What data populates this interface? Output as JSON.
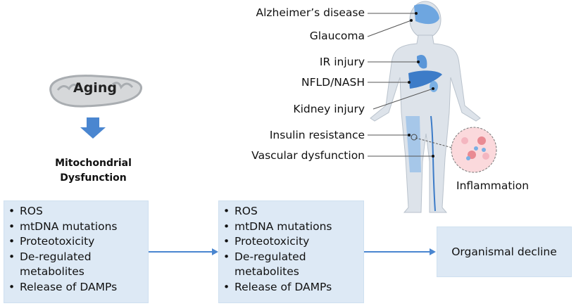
{
  "aging": {
    "label": "Aging"
  },
  "mito_dysfunction": {
    "line1": "Mitochondrial",
    "line2": "Dysfunction"
  },
  "box1": {
    "items": [
      "ROS",
      "mtDNA mutations",
      "Proteotoxicity",
      "De-regulated metabolites",
      "Release of DAMPs"
    ]
  },
  "box2": {
    "items": [
      "ROS",
      "mtDNA mutations",
      "Proteotoxicity",
      "De-regulated metabolites",
      "Release of DAMPs"
    ]
  },
  "box3": {
    "label": "Organismal decline"
  },
  "diseases": [
    "Alzheimer’s disease",
    "Glaucoma",
    "IR injury",
    "NFLD/NASH",
    "Kidney injury",
    "Insulin resistance",
    "Vascular dysfunction"
  ],
  "inflammation": {
    "label": "Inflammation"
  },
  "colors": {
    "box_fill": "#dde9f5",
    "arrow": "#4a86d0",
    "organ": "#4f8fd6",
    "body": "#dde3ea"
  }
}
